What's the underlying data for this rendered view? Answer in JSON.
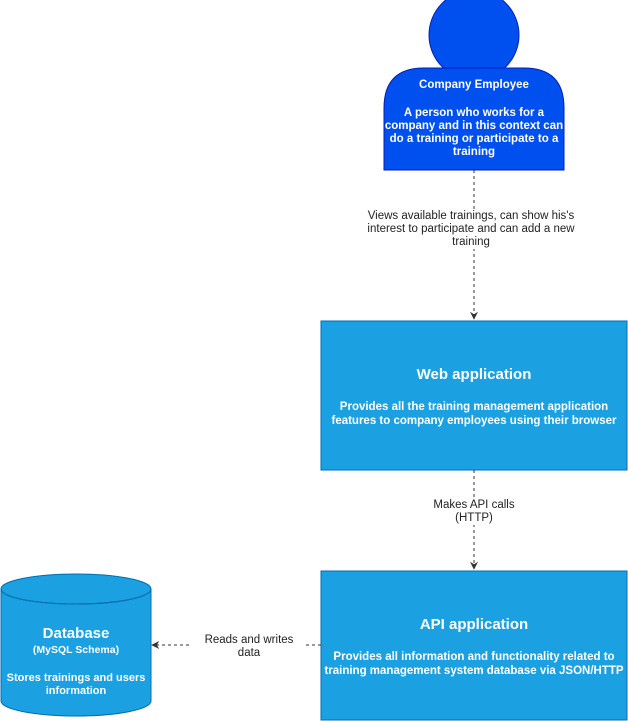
{
  "colors": {
    "person_fill": "#0050ef",
    "person_stroke": "#001dbc",
    "container_fill": "#1ba1e2",
    "container_stroke": "#006eaf",
    "edge": "#333333"
  },
  "person": {
    "title": "Company Employee",
    "description": "A person who works for a company and in this context can do a training or participate to a training"
  },
  "web_app": {
    "title": "Web application",
    "description": "Provides all the training management application features to company employees using their browser"
  },
  "api_app": {
    "title": "API application",
    "description": "Provides all information and functionality related to training management system database via JSON/HTTP"
  },
  "database": {
    "title": "Database",
    "subtitle": "(MySQL Schema)",
    "description": "Stores trainings and users information"
  },
  "edges": {
    "person_to_web": "Views available trainings, can show his's interest to participate and can add a new training",
    "web_to_api": "Makes API calls (HTTP)",
    "api_to_db": "Reads and writes data"
  }
}
